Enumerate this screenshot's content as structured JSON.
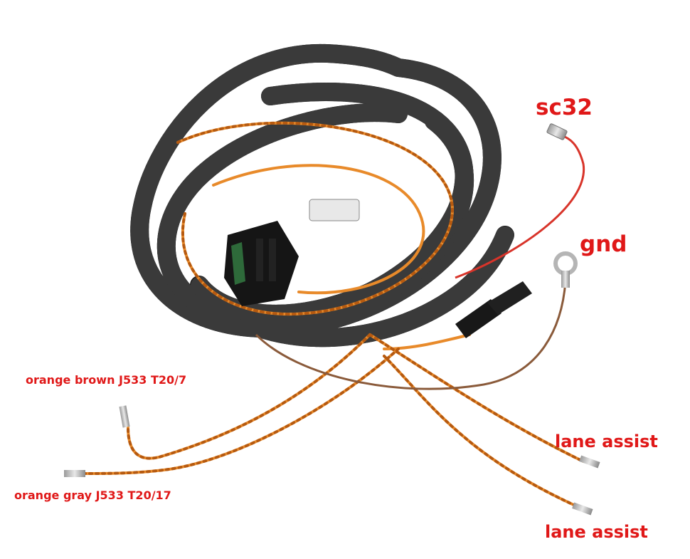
{
  "colors": {
    "label_red": "#e01818",
    "conduit_black": "#1c1c1c",
    "wire_orange": "#e88a2a",
    "wire_brown": "#8a5a3a",
    "wire_red": "#d8342a"
  },
  "labels": {
    "sc32": "sc32",
    "gnd": "gnd",
    "orange_brown": "orange brown J533 T20/7",
    "orange_gray": "orange gray J533 T20/17",
    "lane_assist_1": "lane assist",
    "lane_assist_2": "lane assist"
  },
  "icons": [
    "connector-20pin",
    "connector-small-black",
    "ring-terminal",
    "spade-terminal",
    "pin-terminal"
  ]
}
